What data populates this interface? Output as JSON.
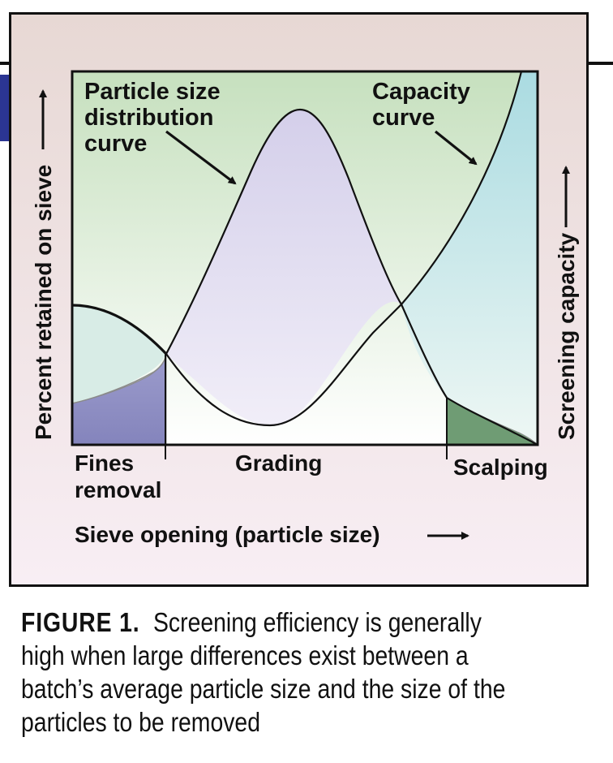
{
  "figure": {
    "labels": {
      "psd_curve": [
        "Particle size",
        "distribution",
        "curve"
      ],
      "capacity_curve": [
        "Capacity",
        "curve"
      ],
      "y_left": "Percent retained on sieve",
      "y_right": "Screening capacity",
      "x_axis": "Sieve opening (particle size)",
      "regions": {
        "fines": [
          "Fines",
          "removal"
        ],
        "grading": "Grading",
        "scalping": "Scalping"
      }
    }
  },
  "caption": {
    "number": "FIGURE 1.",
    "text": "Screening efficiency is generally high when large differences exist between a batch’s average particle size and the size of the particles to be removed"
  },
  "colors": {
    "frame_top": "#e7d8d4",
    "frame_bottom": "#f8eef4",
    "plot_top": "#c6e0be",
    "plot_bottom": "#ffffff",
    "psd_fill": "#d8d4ec",
    "capacity_fill": "#b9e0e2",
    "fines_fill": "#8f8fc4",
    "scalping_fill": "#6f9c74",
    "side_tab": "#2b3593",
    "line": "#111111"
  }
}
